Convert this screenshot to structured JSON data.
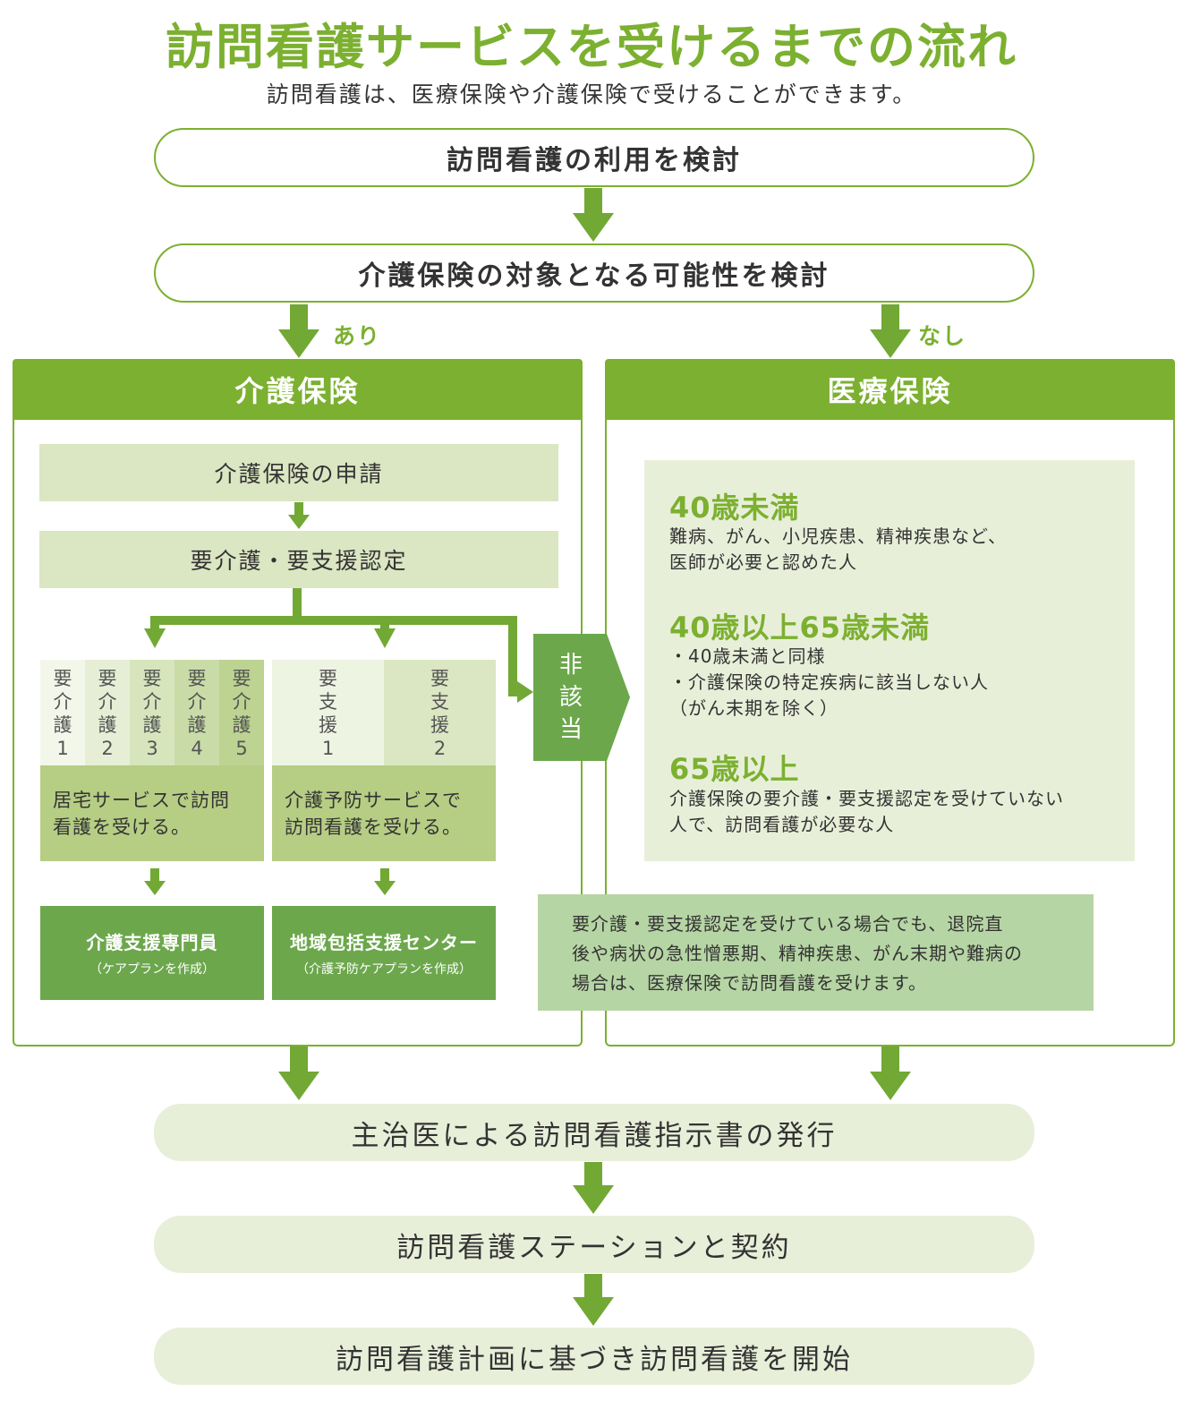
{
  "title": "訪問看護サービスを受けるまでの流れ",
  "subtitle": "訪問看護は、医療保険や介護保険で受けることができます。",
  "steps": {
    "consider": "訪問看護の利用を検討",
    "eligibility": "介護保険の対象となる可能性を検討",
    "instruction": "主治医による訪問看護指示書の発行",
    "contract": "訪問看護ステーションと契約",
    "start": "訪問看護計画に基づき訪問看護を開始"
  },
  "branches": {
    "yes": "あり",
    "no": "なし"
  },
  "care_insurance": {
    "header": "介護保険",
    "apply": "介護保険の申請",
    "certify": "要介護・要支援認定",
    "care_levels": [
      {
        "chars": [
          "要",
          "介",
          "護"
        ],
        "num": "1",
        "color": "#f3f7ea"
      },
      {
        "chars": [
          "要",
          "介",
          "護"
        ],
        "num": "2",
        "color": "#e6efd6"
      },
      {
        "chars": [
          "要",
          "介",
          "護"
        ],
        "num": "3",
        "color": "#d7e5bd"
      },
      {
        "chars": [
          "要",
          "介",
          "護"
        ],
        "num": "4",
        "color": "#c9dca7"
      },
      {
        "chars": [
          "要",
          "介",
          "護"
        ],
        "num": "5",
        "color": "#bcd392"
      }
    ],
    "support_levels": [
      {
        "chars": [
          "要",
          "支",
          "援"
        ],
        "num": "1",
        "color": "#eef4e2"
      },
      {
        "chars": [
          "要",
          "支",
          "援"
        ],
        "num": "2",
        "color": "#dbe6c2"
      }
    ],
    "home_service": [
      "居宅サービスで訪問",
      "看護を受ける。"
    ],
    "prevention_service": [
      "介護予防サービスで",
      "訪問看護を受ける。"
    ],
    "care_manager": {
      "main": "介護支援専門員",
      "sub": "（ケアプランを作成）"
    },
    "center": {
      "main": "地域包括支援センター",
      "sub": "（介護予防ケアプランを作成）"
    },
    "not_applicable": [
      "非",
      "該",
      "当"
    ]
  },
  "medical_insurance": {
    "header": "医療保険",
    "groups": [
      {
        "heading": "40歳未満",
        "lines": [
          "難病、がん、小児疾患、精神疾患など、",
          "医師が必要と認めた人"
        ]
      },
      {
        "heading": "40歳以上65歳未満",
        "lines": [
          "・40歳未満と同様",
          "・介護保険の特定疾病に該当しない人",
          "（がん末期を除く）"
        ]
      },
      {
        "heading": "65歳以上",
        "lines": [
          "介護保険の要介護・要支援認定を受けていない",
          "人で、訪問看護が必要な人"
        ]
      }
    ],
    "note": [
      "要介護・要支援認定を受けている場合でも、退院直",
      "後や病状の急性憎悪期、精神疾患、がん末期や難病の",
      "場合は、医療保険で訪問看護を受けます。"
    ]
  }
}
